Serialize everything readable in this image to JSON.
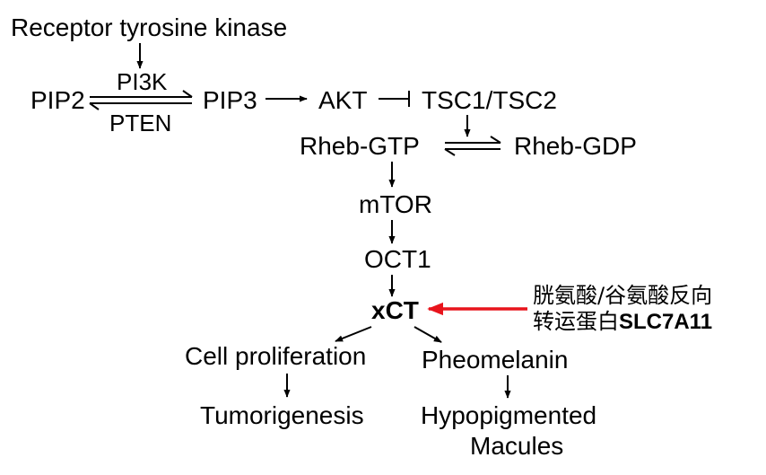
{
  "nodes": {
    "rtk": "Receptor tyrosine kinase",
    "pi3k": "PI3K",
    "pip2": "PIP2",
    "pip3": "PIP3",
    "pten": "PTEN",
    "akt": "AKT",
    "tsc": "TSC1/TSC2",
    "rheb_gtp": "Rheb-GTP",
    "rheb_gdp": "Rheb-GDP",
    "mtor": "mTOR",
    "oct1": "OCT1",
    "xct": "xCT",
    "cell_prolif": "Cell proliferation",
    "pheomelanin": "Pheomelanin",
    "tumorigenesis": "Tumorigenesis",
    "hypo_line1": "Hypopigmented",
    "hypo_line2": "Macules"
  },
  "annotation": {
    "line1": "胱氨酸/谷氨酸反向",
    "line2_prefix": "转运蛋白",
    "line2_bold": "SLC7A11",
    "arrow_color": "#e8141c"
  },
  "colors": {
    "text": "#000000",
    "arrow": "#000000",
    "highlight": "#e8141c"
  }
}
